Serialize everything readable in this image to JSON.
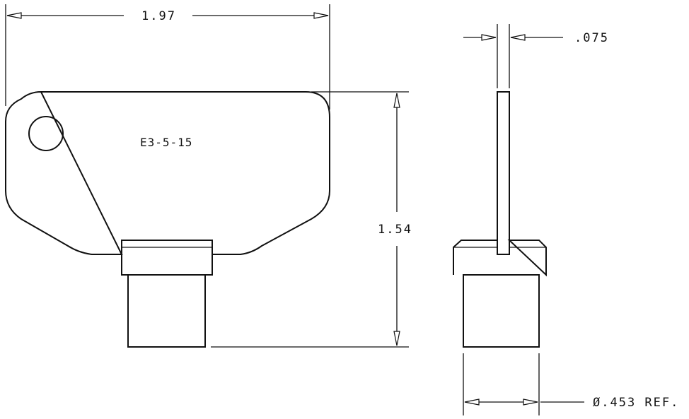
{
  "drawing": {
    "part_label": "E3-5-15",
    "dimensions": {
      "overall_width": "1.97",
      "overall_height": "1.54",
      "blade_thickness": ".075",
      "shank_diameter": "Ø.453 REF."
    }
  }
}
